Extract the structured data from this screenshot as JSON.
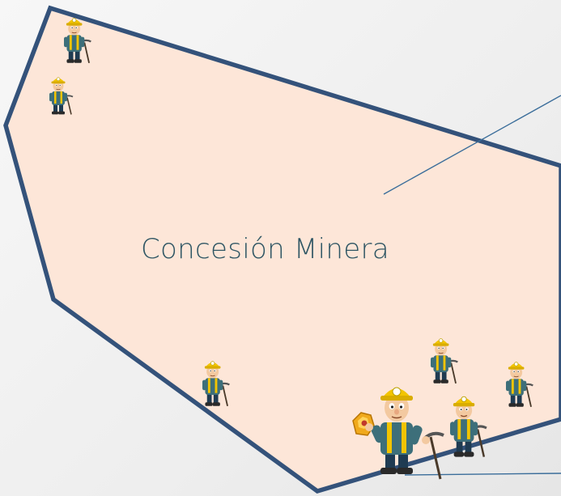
{
  "diagram": {
    "title": "Concesión Minera",
    "colors": {
      "fill": "#fde6d8",
      "border": "#34527a",
      "pointer": "#3a6d9a",
      "text": "#2f5664",
      "helmet": "#f2c400",
      "skin": "#f3c9a0",
      "shirt": "#3d6f7a",
      "pants": "#1f3b52",
      "gold": "#f0a91c"
    },
    "miners": [
      {
        "name": "miner-1",
        "icon": "miner-with-pickaxe"
      },
      {
        "name": "miner-2",
        "icon": "miner-with-pickaxe"
      },
      {
        "name": "miner-3",
        "icon": "miner-with-pickaxe"
      },
      {
        "name": "miner-4",
        "icon": "miner-with-pickaxe"
      },
      {
        "name": "miner-5",
        "icon": "miner-with-pickaxe"
      },
      {
        "name": "miner-6",
        "icon": "miner-with-pickaxe"
      },
      {
        "name": "miner-large",
        "icon": "miner-holding-gold-nugget"
      }
    ]
  }
}
